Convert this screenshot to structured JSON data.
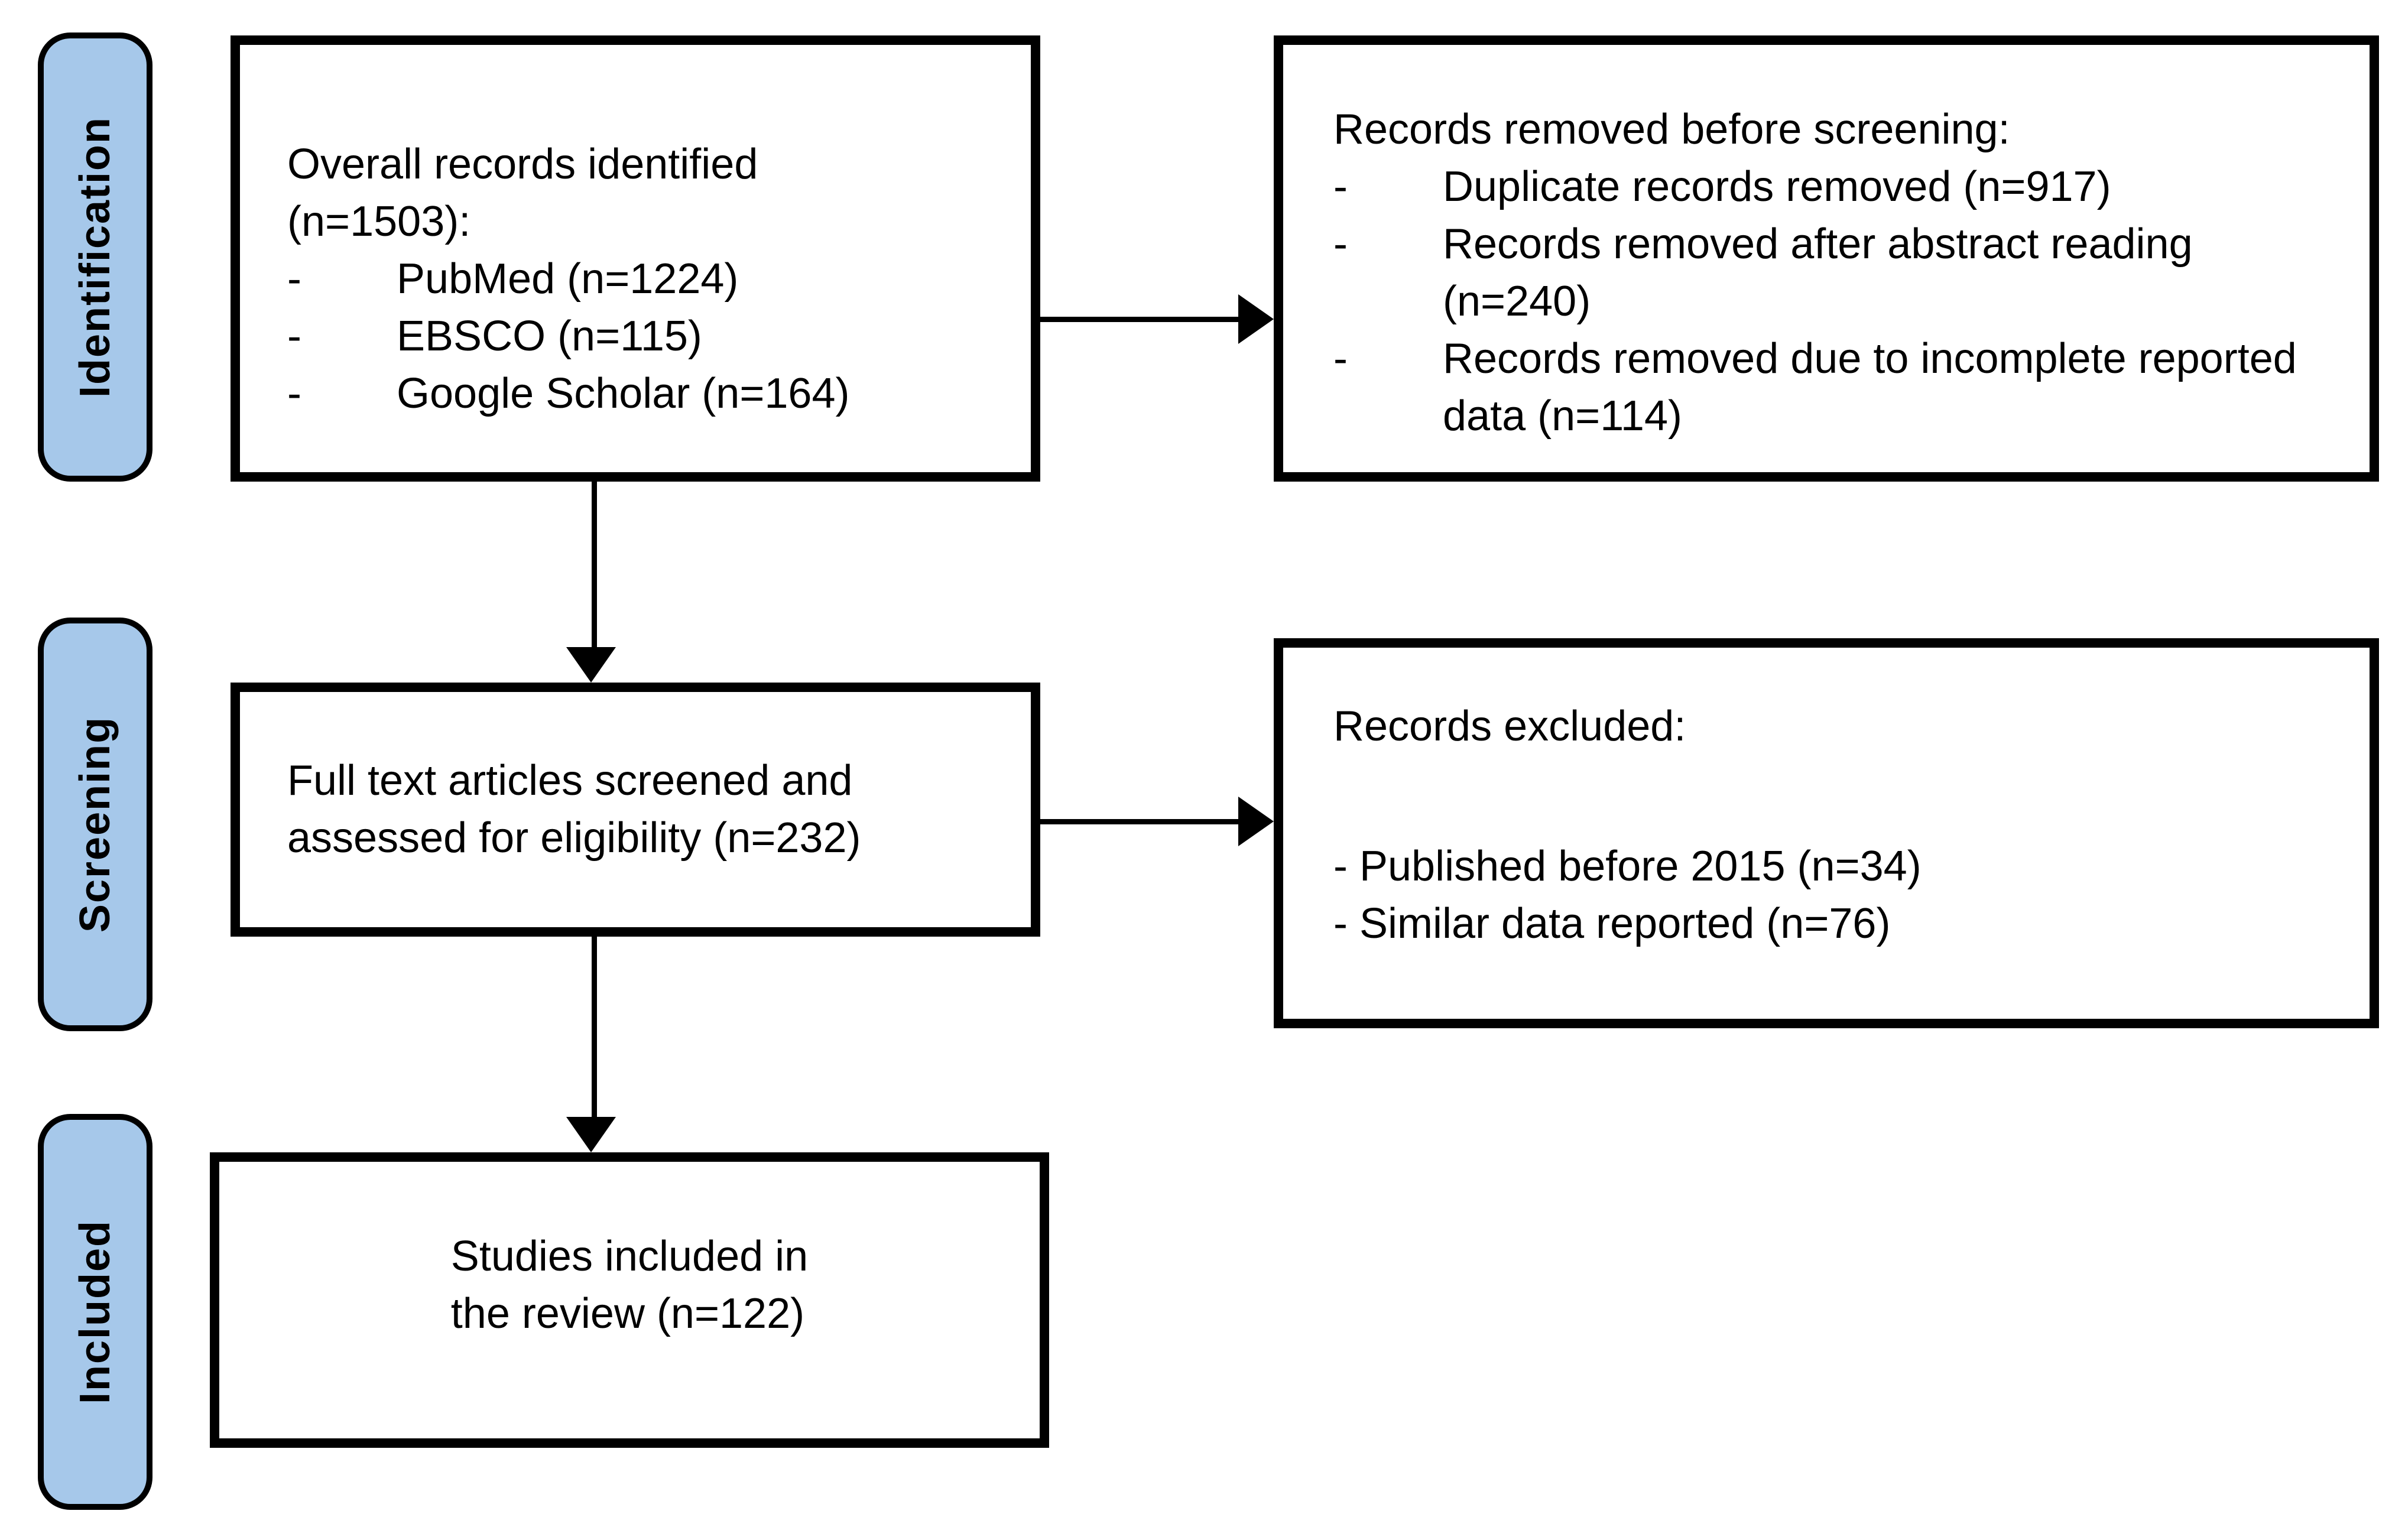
{
  "colors": {
    "stage_fill": "#A6C8EA",
    "border": "#000000",
    "text": "#000000",
    "background": "#FFFFFF"
  },
  "stages": {
    "identification": "Identification",
    "screening": "Screening",
    "included": "Included"
  },
  "boxes": {
    "records_identified": {
      "line1": "Overall records identified",
      "line2": "(n=1503):",
      "bullet_marker": "-",
      "bullets": [
        "PubMed (n=1224)",
        "EBSCO (n=115)",
        "Google Scholar (n=164)"
      ]
    },
    "records_removed": {
      "title": "Records removed before screening:",
      "bullet_marker": "-",
      "bullets": [
        "Duplicate records removed (n=917)",
        "Records removed after abstract reading (n=240)",
        "Records removed due to incomplete reported data (n=114)"
      ]
    },
    "full_text_screened": {
      "line1": "Full text articles screened and",
      "line2": "assessed for eligibility (n=232)"
    },
    "records_excluded": {
      "title": "Records excluded:",
      "bullets": [
        "- Published before 2015 (n=34)",
        "- Similar data reported (n=76)"
      ]
    },
    "studies_included": {
      "line1": "Studies included in",
      "line2": "the review (n=122)"
    }
  }
}
